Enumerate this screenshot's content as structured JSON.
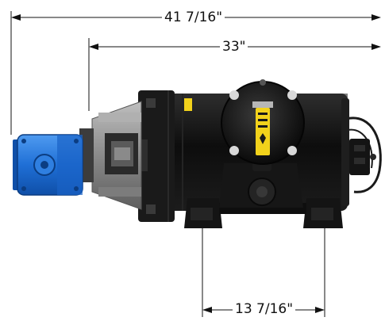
{
  "dimensions": {
    "overall_length": "41 7/16\"",
    "body_length": "33\"",
    "foot_spacing": "13 7/16\""
  },
  "colors": {
    "line": "#111111",
    "pump_blue": "#1f6fd6",
    "motor_black": "#111111",
    "housing_gray": "#8c8c8c",
    "label_yellow": "#f2d21b"
  },
  "icons": {
    "dimension_arrow": "arrow-icon",
    "hydraulic_pump": "pump-icon"
  }
}
